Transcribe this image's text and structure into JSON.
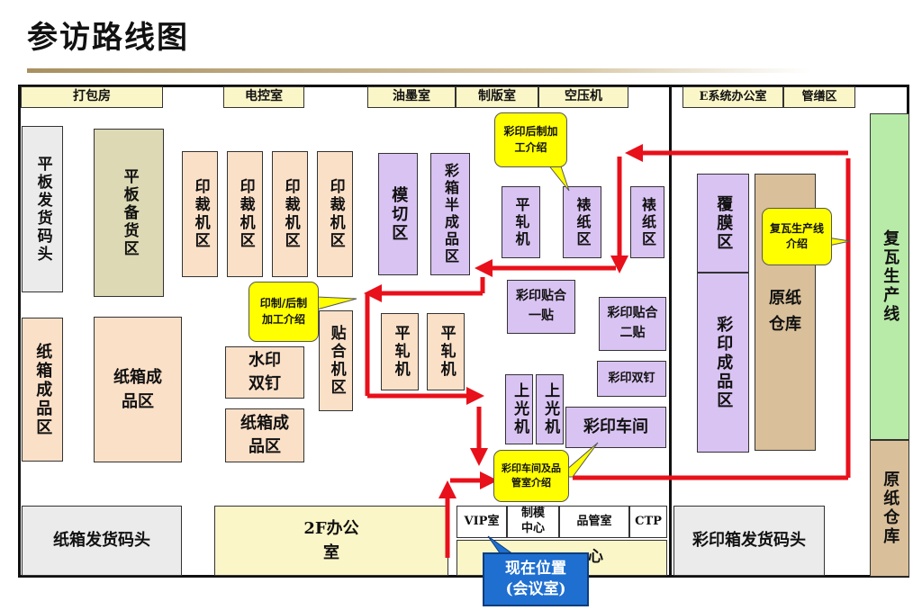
{
  "title": "参访路线图",
  "rooms": {
    "packing": "打包房",
    "electric": "电控室",
    "ink": "油墨室",
    "plate": "制版室",
    "compressor": "空压机",
    "e_office": "E系统办公室",
    "pipe": "管缮区",
    "flat_dock": "平板发货码头",
    "flat_stock": "平板备货区",
    "cut1": "印裁机区",
    "cut2": "印裁机区",
    "cut3": "印裁机区",
    "cut4": "印裁机区",
    "die": "模切区",
    "semi": "彩箱半成品区",
    "flat_press_a": "平轧机",
    "mount_a": "裱纸区",
    "mount_b": "裱纸区",
    "laminate": "覆膜区",
    "raw_paper": "原纸仓库",
    "color_finished": "彩印成品区",
    "corrugate": "复瓦生产线",
    "carton_finished_left": "纸箱成品区",
    "carton_finished_mid": "纸箱成品区",
    "water_nail": "水印双钉",
    "carton_finished_small": "纸箱成品区",
    "glue": "贴合机区",
    "flat_press_b": "平轧机",
    "flat_press_c": "平轧机",
    "glue1": "彩印贴合一贴",
    "glue2": "彩印贴合二贴",
    "double_nail": "彩印双钉",
    "gloss1": "上光机",
    "gloss2": "上光机",
    "workshop": "彩印车间",
    "carton_dock": "纸箱发货码头",
    "office": "2F办公室",
    "vip": "VIP室",
    "mold": "制模中心",
    "qc": "品管室",
    "ctp": "CTP",
    "center_partial": "心",
    "color_dock": "彩印箱发货码头",
    "raw_paper_2": "原纸仓库"
  },
  "callouts": {
    "post_press": "彩印后制加工介绍",
    "corrugate_intro": "复瓦生产线介绍",
    "print_intro": "印制/后制加工介绍",
    "workshop_intro": "彩印车间及品管室介绍"
  },
  "current": {
    "line1": "现在位置",
    "line2": "(会议室)"
  },
  "colors": {
    "route": "#e8101a",
    "callout": "#ffff00",
    "marker": "#1f6fd0"
  }
}
